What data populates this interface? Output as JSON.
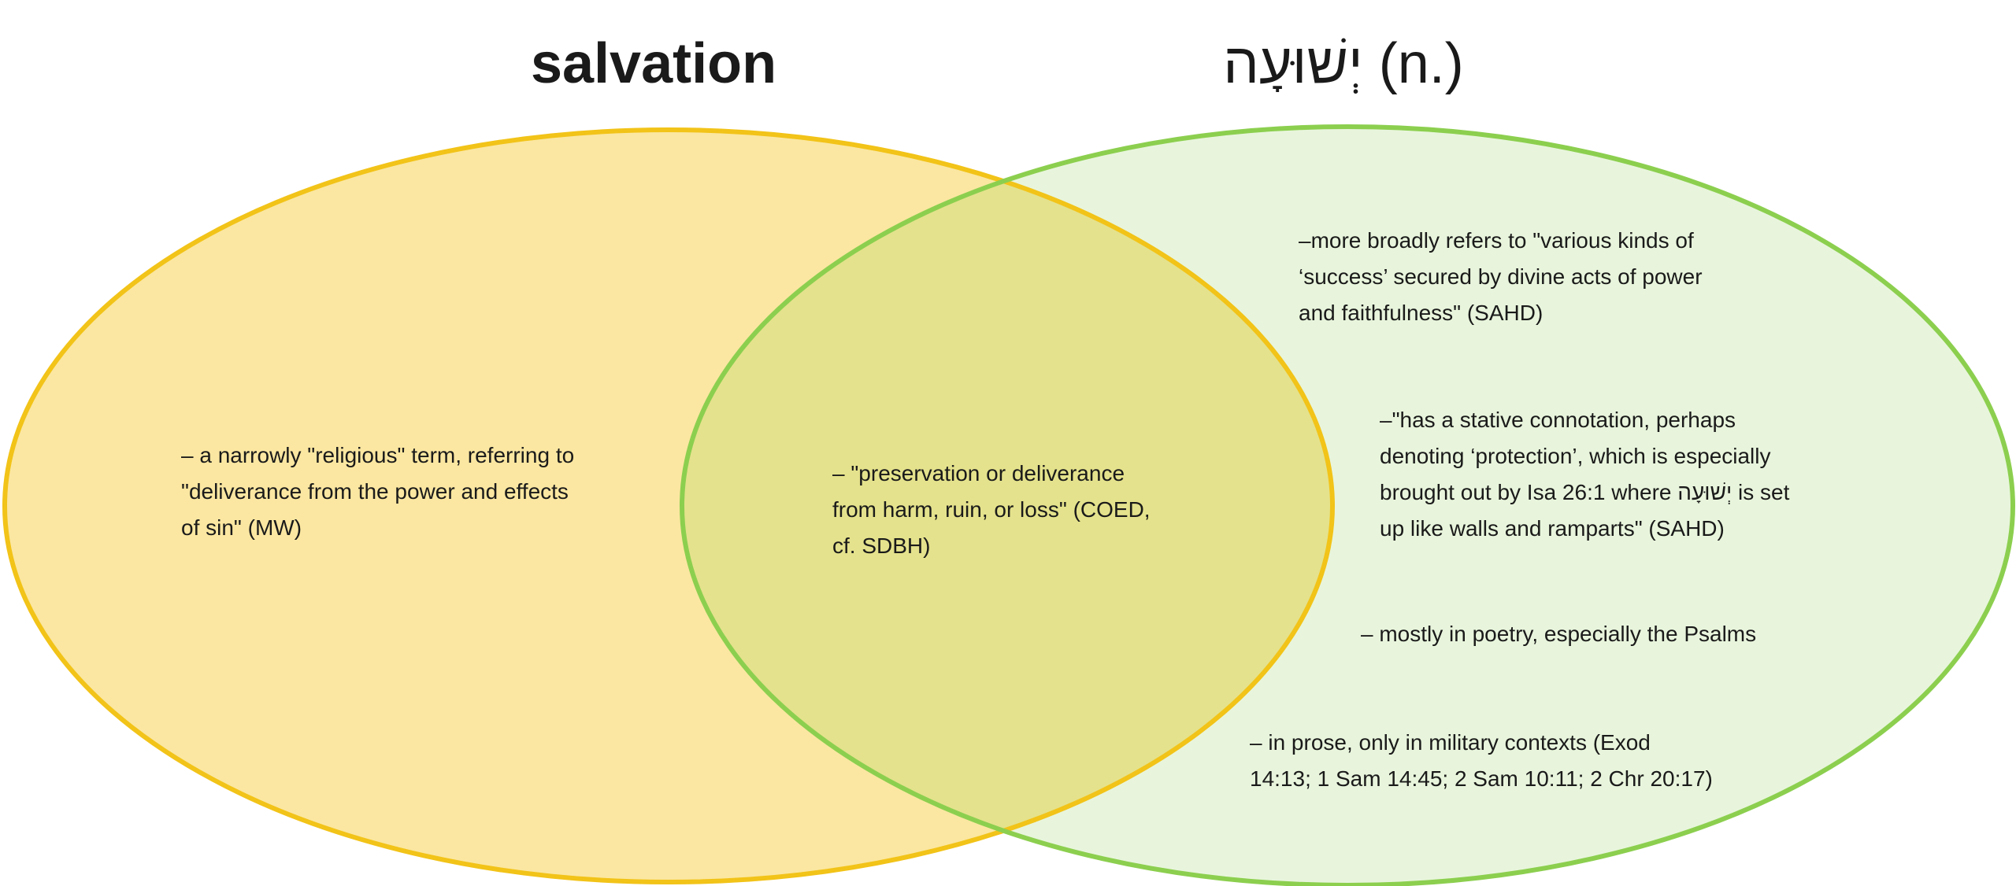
{
  "titles": {
    "left": "salvation",
    "right": "יְשׁוּעָה (n.)"
  },
  "colors": {
    "left_fill": "#fbe7a1",
    "left_stroke": "#f2c318",
    "right_fill": "#e8f5dc",
    "right_stroke": "#8ccf4f",
    "overlap_fill": "#e4e28c"
  },
  "left_only": {
    "lines": [
      "– a narrowly \"religious\" term, referring to",
      "\"deliverance from the power and effects",
      "of sin\" (MW)"
    ]
  },
  "overlap": {
    "lines": [
      "– \"preservation or deliverance",
      "from harm, ruin, or loss\" (COED,",
      "cf. SDBH)"
    ]
  },
  "right_only": [
    {
      "lines": [
        "–more broadly refers to \"various kinds of",
        "‘success’ secured by divine acts of power",
        "and faithfulness\" (SAHD)"
      ]
    },
    {
      "lines": [
        "–\"has a stative connotation, perhaps",
        "denoting ‘protection’, which is especially",
        "brought out by Isa 26:1 where יְשׁוּעָה is set",
        "up like walls and ramparts\" (SAHD)"
      ]
    },
    {
      "lines": [
        "– mostly in poetry, especially the Psalms"
      ]
    },
    {
      "lines": [
        "– in prose, only in military contexts (Exod",
        "14:13; 1 Sam 14:45; 2 Sam 10:11; 2 Chr 20:17)"
      ]
    }
  ]
}
